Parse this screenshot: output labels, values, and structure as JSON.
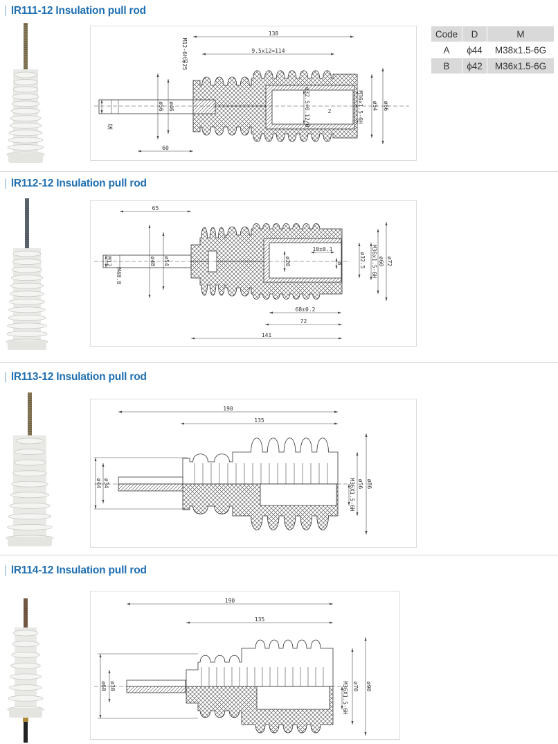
{
  "sections": [
    {
      "title": "lR111-12 Insulation pull rod",
      "dims": {
        "d138": "138",
        "d114": "9.5x12=114",
        "d60": "60",
        "m12": "M12-6H深25",
        "d56": "ø56",
        "d46": "ø46",
        "d325": "ø32.5+0.12/0",
        "m36": "M36x1.5-6H",
        "d54": "ø54",
        "d66": "ø66",
        "d2": "2",
        "deep": "深"
      },
      "rod_color": "#8a7a55"
    },
    {
      "title": "lR112-12 Insulation pull rod",
      "dims": {
        "d65": "65",
        "d141": "141",
        "d72": "72",
        "d68": "68±0.2",
        "d10": "10±0.1",
        "m12": "M12",
        "m48": "M48.8",
        "d48": "ø48",
        "d54": "ø54",
        "d20": "ø20",
        "d8": "8",
        "d325": "ø32.5",
        "m36": "M36x1.5-6H",
        "d60": "ø60",
        "d72b": "ø72"
      },
      "rod_color": "#5b6670"
    },
    {
      "title": "lR113-12 Insulation pull rod",
      "dims": {
        "d190": "190",
        "d135": "135",
        "d44": "ø44",
        "d34": "ø34",
        "m36": "M36X1.5-6H",
        "d56": "ø56",
        "d86": "ø86"
      },
      "rod_color": "#8a7a55"
    },
    {
      "title": "lR114-12 Insulation pull rod",
      "dims": {
        "d190": "190",
        "d135": "135",
        "d60": "ø60",
        "d30": "ø30",
        "m36": "M36X1.5-6H",
        "d70": "ø70",
        "d90": "ø90"
      },
      "rod_color": "#7a5a40"
    }
  ],
  "spec_table": {
    "headers": [
      "Code",
      "D",
      "M"
    ],
    "rows": [
      [
        "A",
        "ϕ44",
        "M38x1.5-6G"
      ],
      [
        "B",
        "ϕ42",
        "M36x1.5-6G"
      ]
    ]
  },
  "colors": {
    "title": "#1f6fb2",
    "table_gray": "#d9d9d9"
  }
}
